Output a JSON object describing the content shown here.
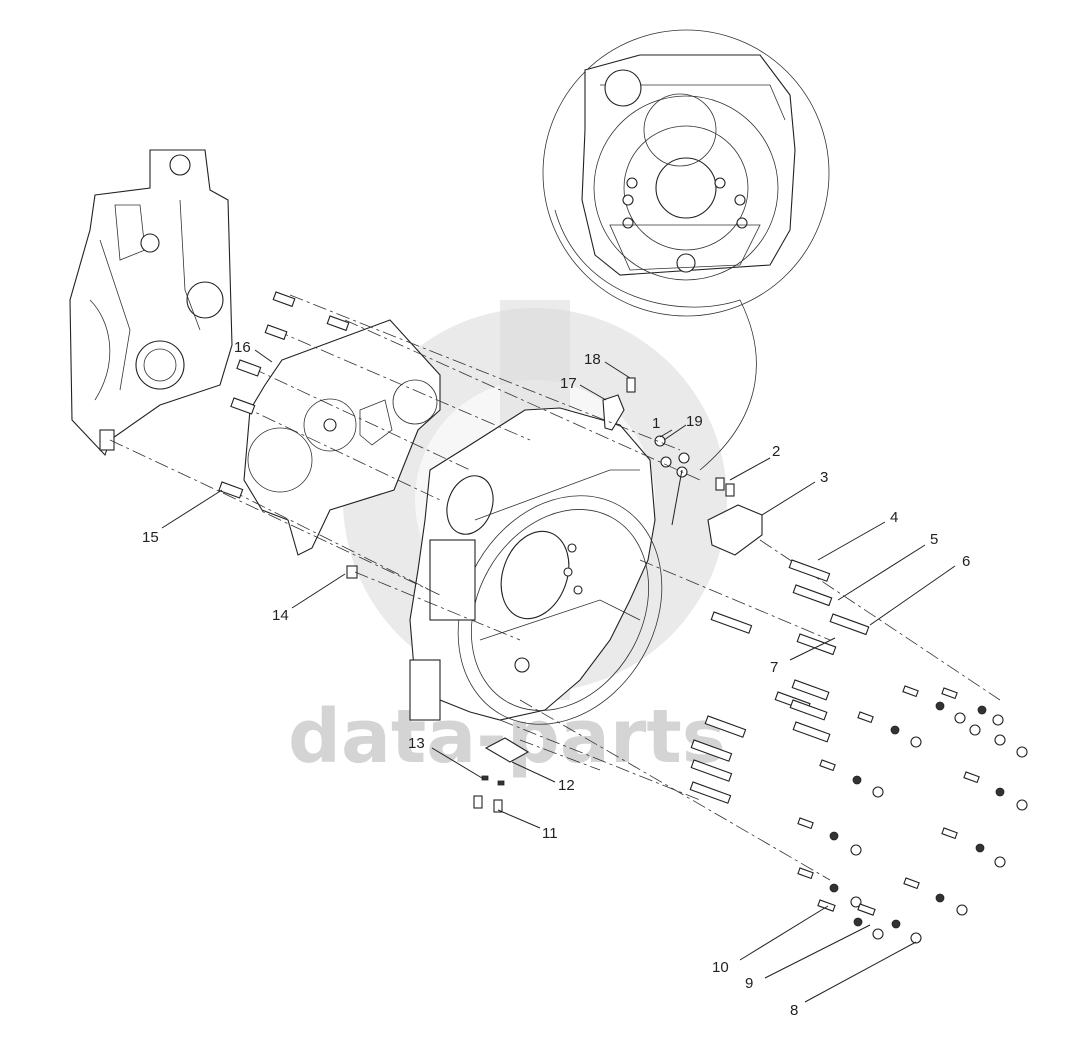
{
  "watermark": {
    "text": "data-parts",
    "color": "#d4d4d4"
  },
  "callouts": [
    {
      "id": "1",
      "label": "1"
    },
    {
      "id": "2",
      "label": "2"
    },
    {
      "id": "3",
      "label": "3"
    },
    {
      "id": "4",
      "label": "4"
    },
    {
      "id": "5",
      "label": "5"
    },
    {
      "id": "6",
      "label": "6"
    },
    {
      "id": "7",
      "label": "7"
    },
    {
      "id": "8",
      "label": "8"
    },
    {
      "id": "9",
      "label": "9"
    },
    {
      "id": "10",
      "label": "10"
    },
    {
      "id": "11",
      "label": "11"
    },
    {
      "id": "12",
      "label": "12"
    },
    {
      "id": "13",
      "label": "13"
    },
    {
      "id": "14",
      "label": "14"
    },
    {
      "id": "15",
      "label": "15"
    },
    {
      "id": "16",
      "label": "16"
    },
    {
      "id": "17",
      "label": "17"
    },
    {
      "id": "18",
      "label": "18"
    },
    {
      "id": "19",
      "label": "19"
    }
  ],
  "colors": {
    "line": "#222222",
    "background": "#ffffff"
  }
}
